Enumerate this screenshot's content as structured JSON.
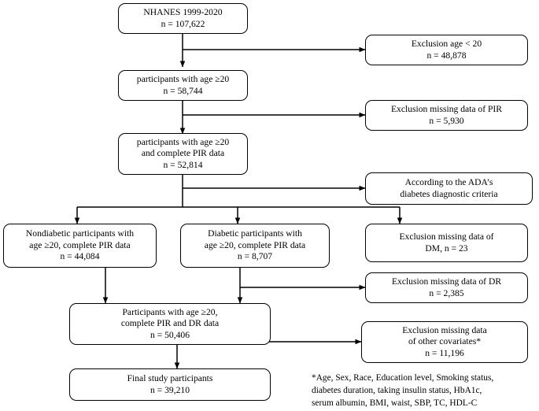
{
  "diagram": {
    "title": "NHANES participant selection flowchart",
    "nodes": [
      {
        "id": "source",
        "lines": [
          "NHANES 1999-2020",
          "n = 107,622"
        ]
      },
      {
        "id": "excl_age",
        "lines": [
          "Exclusion age < 20",
          "n = 48,878"
        ]
      },
      {
        "id": "age20",
        "lines": [
          "participants with age ≥20",
          "n = 58,744"
        ]
      },
      {
        "id": "excl_pir",
        "lines": [
          "Exclusion missing data of PIR",
          "n = 5,930"
        ]
      },
      {
        "id": "pir_complete",
        "lines": [
          "participants with age ≥20",
          "and complete PIR data",
          "n = 52,814"
        ]
      },
      {
        "id": "ada",
        "lines": [
          "According to the ADA’s",
          "diabetes diagnostic criteria"
        ]
      },
      {
        "id": "nondiabetic",
        "lines": [
          "Nondiabetic participants with",
          "age ≥20, complete PIR data",
          "n = 44,084"
        ]
      },
      {
        "id": "diabetic",
        "lines": [
          "Diabetic participants with",
          "age ≥20, complete PIR data",
          "n = 8,707"
        ]
      },
      {
        "id": "excl_dm",
        "lines": [
          "Exclusion missing data of",
          "DM,  n = 23"
        ]
      },
      {
        "id": "excl_dr",
        "lines": [
          "Exclusion missing data of DR",
          "n = 2,385"
        ]
      },
      {
        "id": "pir_dr",
        "lines": [
          "Participants with age ≥20,",
          "complete PIR and DR data",
          "n = 50,406"
        ]
      },
      {
        "id": "excl_cov",
        "lines": [
          "Exclusion missing data",
          "of other covariates*",
          "n = 11,196"
        ]
      },
      {
        "id": "final",
        "lines": [
          "Final study participants",
          "n = 39,210"
        ]
      }
    ],
    "footnote": {
      "lines": [
        "*Age, Sex, Race, Education level, Smoking status,",
        "diabetes duration, taking insulin status, HbA1c,",
        "serum albumin, BMI, waist, SBP, TC, HDL-C"
      ]
    },
    "colors": {
      "stroke": "#000000",
      "background": "#ffffff"
    }
  }
}
